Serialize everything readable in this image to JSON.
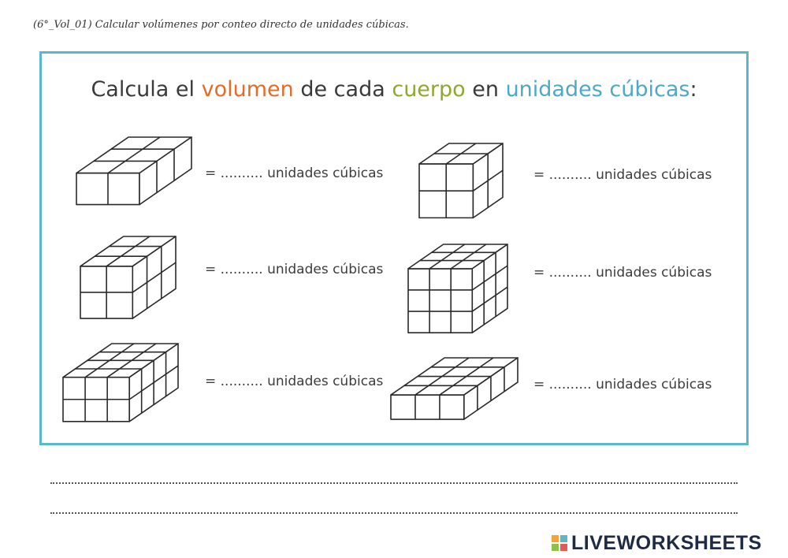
{
  "header_note": "(6°_Vol_01) Calcular volúmenes por conteo directo de unidades cúbicas.",
  "title": {
    "part1": "Calcula el ",
    "word_volume": "volumen",
    "part2": " de cada ",
    "word_body": "cuerpo",
    "part3": " en ",
    "word_units": "unidades cúbicas",
    "part4": ":"
  },
  "colors": {
    "frame": "#5ab8c9",
    "orange": "#e36c2a",
    "green": "#8fa82e",
    "blue": "#4ea8c7"
  },
  "exercises": [
    {
      "label": "= .......... unidades cúbicas",
      "cubes": {
        "w": 2,
        "h": 1,
        "d": 3
      }
    },
    {
      "label": "= .......... unidades cúbicas",
      "cubes": {
        "w": 2,
        "h": 2,
        "d": 2
      }
    },
    {
      "label": "= .......... unidades cúbicas",
      "cubes": {
        "w": 2,
        "h": 2,
        "d": 3
      }
    },
    {
      "label": "= .......... unidades cúbicas",
      "cubes": {
        "w": 3,
        "h": 3,
        "d": 3
      }
    },
    {
      "label": "= .......... unidades cúbicas",
      "cubes": {
        "w": 3,
        "h": 2,
        "d": 4
      }
    },
    {
      "label": "= .......... unidades cúbicas",
      "cubes": {
        "w": 3,
        "h": 1,
        "d": 4
      }
    }
  ],
  "logo": {
    "text": "LIVEWORKSHEETS",
    "icon": "liveworksheets-logo-icon",
    "mark_colors": [
      "#f2a43a",
      "#5ab8c9",
      "#8fc04a",
      "#e35a5a"
    ]
  }
}
